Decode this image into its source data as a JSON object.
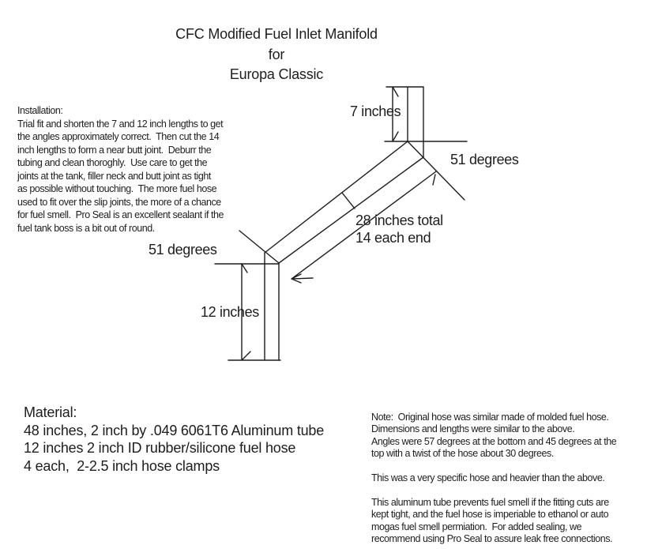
{
  "colors": {
    "background": "#ffffff",
    "ink": "#1d1d1d"
  },
  "title": {
    "line1": "CFC Modified Fuel Inlet Manifold",
    "line2": "for",
    "line3": "Europa Classic"
  },
  "installation": {
    "heading": "Installation:",
    "lines": [
      "Trial fit and shorten the 7 and 12 inch lengths to get",
      "the angles approximately correct.  Then cut the 14",
      "inch lengths to form a near butt joint.  Deburr the",
      "tubing and clean thoroghly.  Use care to get the",
      "joints at the tank, filler neck and butt joint as tight",
      "as possible without touching.  The more fuel hose",
      "used to fit over the slip joints, the more of a chance",
      "for fuel smell.  Pro Seal is an excellent sealant if the",
      "fuel tank boss is a bit out of round."
    ]
  },
  "diagram": {
    "labels": {
      "top_length": "7 inches",
      "top_angle": "51 degrees",
      "length_total": "28 inches total",
      "length_each": "14 each end",
      "bottom_angle": "51 degrees",
      "bottom_length": "12 inches"
    }
  },
  "material": {
    "heading": "Material:",
    "items": [
      "48 inches, 2 inch by .049 6061T6 Aluminum tube",
      "12 inches 2 inch ID rubber/silicone fuel hose",
      "4 each,  2-2.5 inch hose clamps"
    ]
  },
  "note": {
    "lines": [
      "Note:  Original hose was similar made of molded fuel hose.",
      "Dimensions and lengths were similar to the above.",
      "Angles were 57 degrees at the bottom and 45 degrees at the",
      "top with a twist of the hose about 30 degrees.",
      "",
      "This was a very specific hose and heavier than the above.",
      "",
      "This aluminum tube prevents fuel smell if the fitting cuts are",
      "kept tight, and the fuel hose is imperiable to ethanol or auto",
      "mogas fuel smell permiation.  For added sealing, we",
      "recommend using Pro Seal to assure leak free connections."
    ]
  }
}
